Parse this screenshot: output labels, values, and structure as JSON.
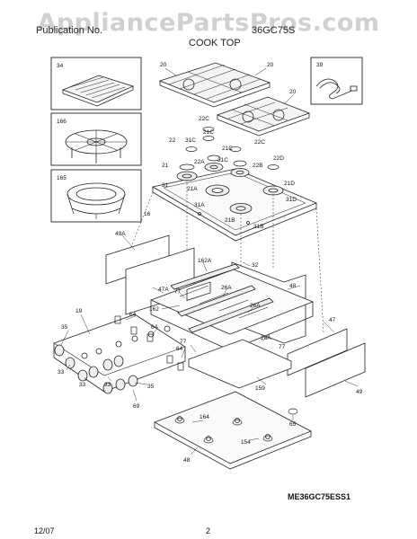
{
  "header": {
    "watermark": "AppliancePartsPros.com",
    "left_caption": "Publication No.",
    "right_caption": "36GC75S",
    "section_title": "COOK TOP"
  },
  "model_code": "ME36GC75ESS1",
  "footer": {
    "date": "12/07",
    "page_number": "2"
  },
  "part_labels": {
    "inset_griddle": "34",
    "inset_grate_insert": "166",
    "inset_wok_ring": "165",
    "inset_wire_harness": "39",
    "grate_left": "20",
    "grate_right": "20",
    "grate_rear": "20",
    "cap_22c_a": "22C",
    "cap_21c_a": "21C",
    "cap_22": "22",
    "cap_31c_a": "31C",
    "cap_21c_b": "21C",
    "cap_22c_b": "22C",
    "cap_21": "21",
    "cap_22a": "22A",
    "cap_31c_b": "31C",
    "cap_22b": "22B",
    "cap_22d": "22D",
    "burner_31": "31",
    "burner_21a": "21A",
    "burner_21d": "21D",
    "burner_31d": "31D",
    "burner_31a": "31A",
    "burner_21b": "21B",
    "burner_31b": "31B",
    "cooktop_16": "16",
    "panel_49a": "49A",
    "bracket_162a": "162A",
    "screw_32": "32",
    "panel_47a": "47A",
    "rail_77_a": "77",
    "bracket_26a_a": "26A",
    "panel_48": "48",
    "bracket_26a_b": "26A",
    "panel_162": "162",
    "panel_19": "19",
    "knob_35_a": "35",
    "valve_64_a": "64",
    "valve_64_b": "64",
    "rail_77_b": "77",
    "bracket_26a_c": "26A",
    "panel_47": "47",
    "valve_64_c": "64",
    "rail_77_c": "77",
    "knob_33_a": "33",
    "knob_33_b": "33",
    "knob_33_c": "33",
    "knob_35_b": "35",
    "valve_69": "69",
    "tray_159": "159",
    "panel_49": "49",
    "foot_164": "164",
    "foot_65": "65",
    "foot_154": "154",
    "base_48": "48"
  }
}
